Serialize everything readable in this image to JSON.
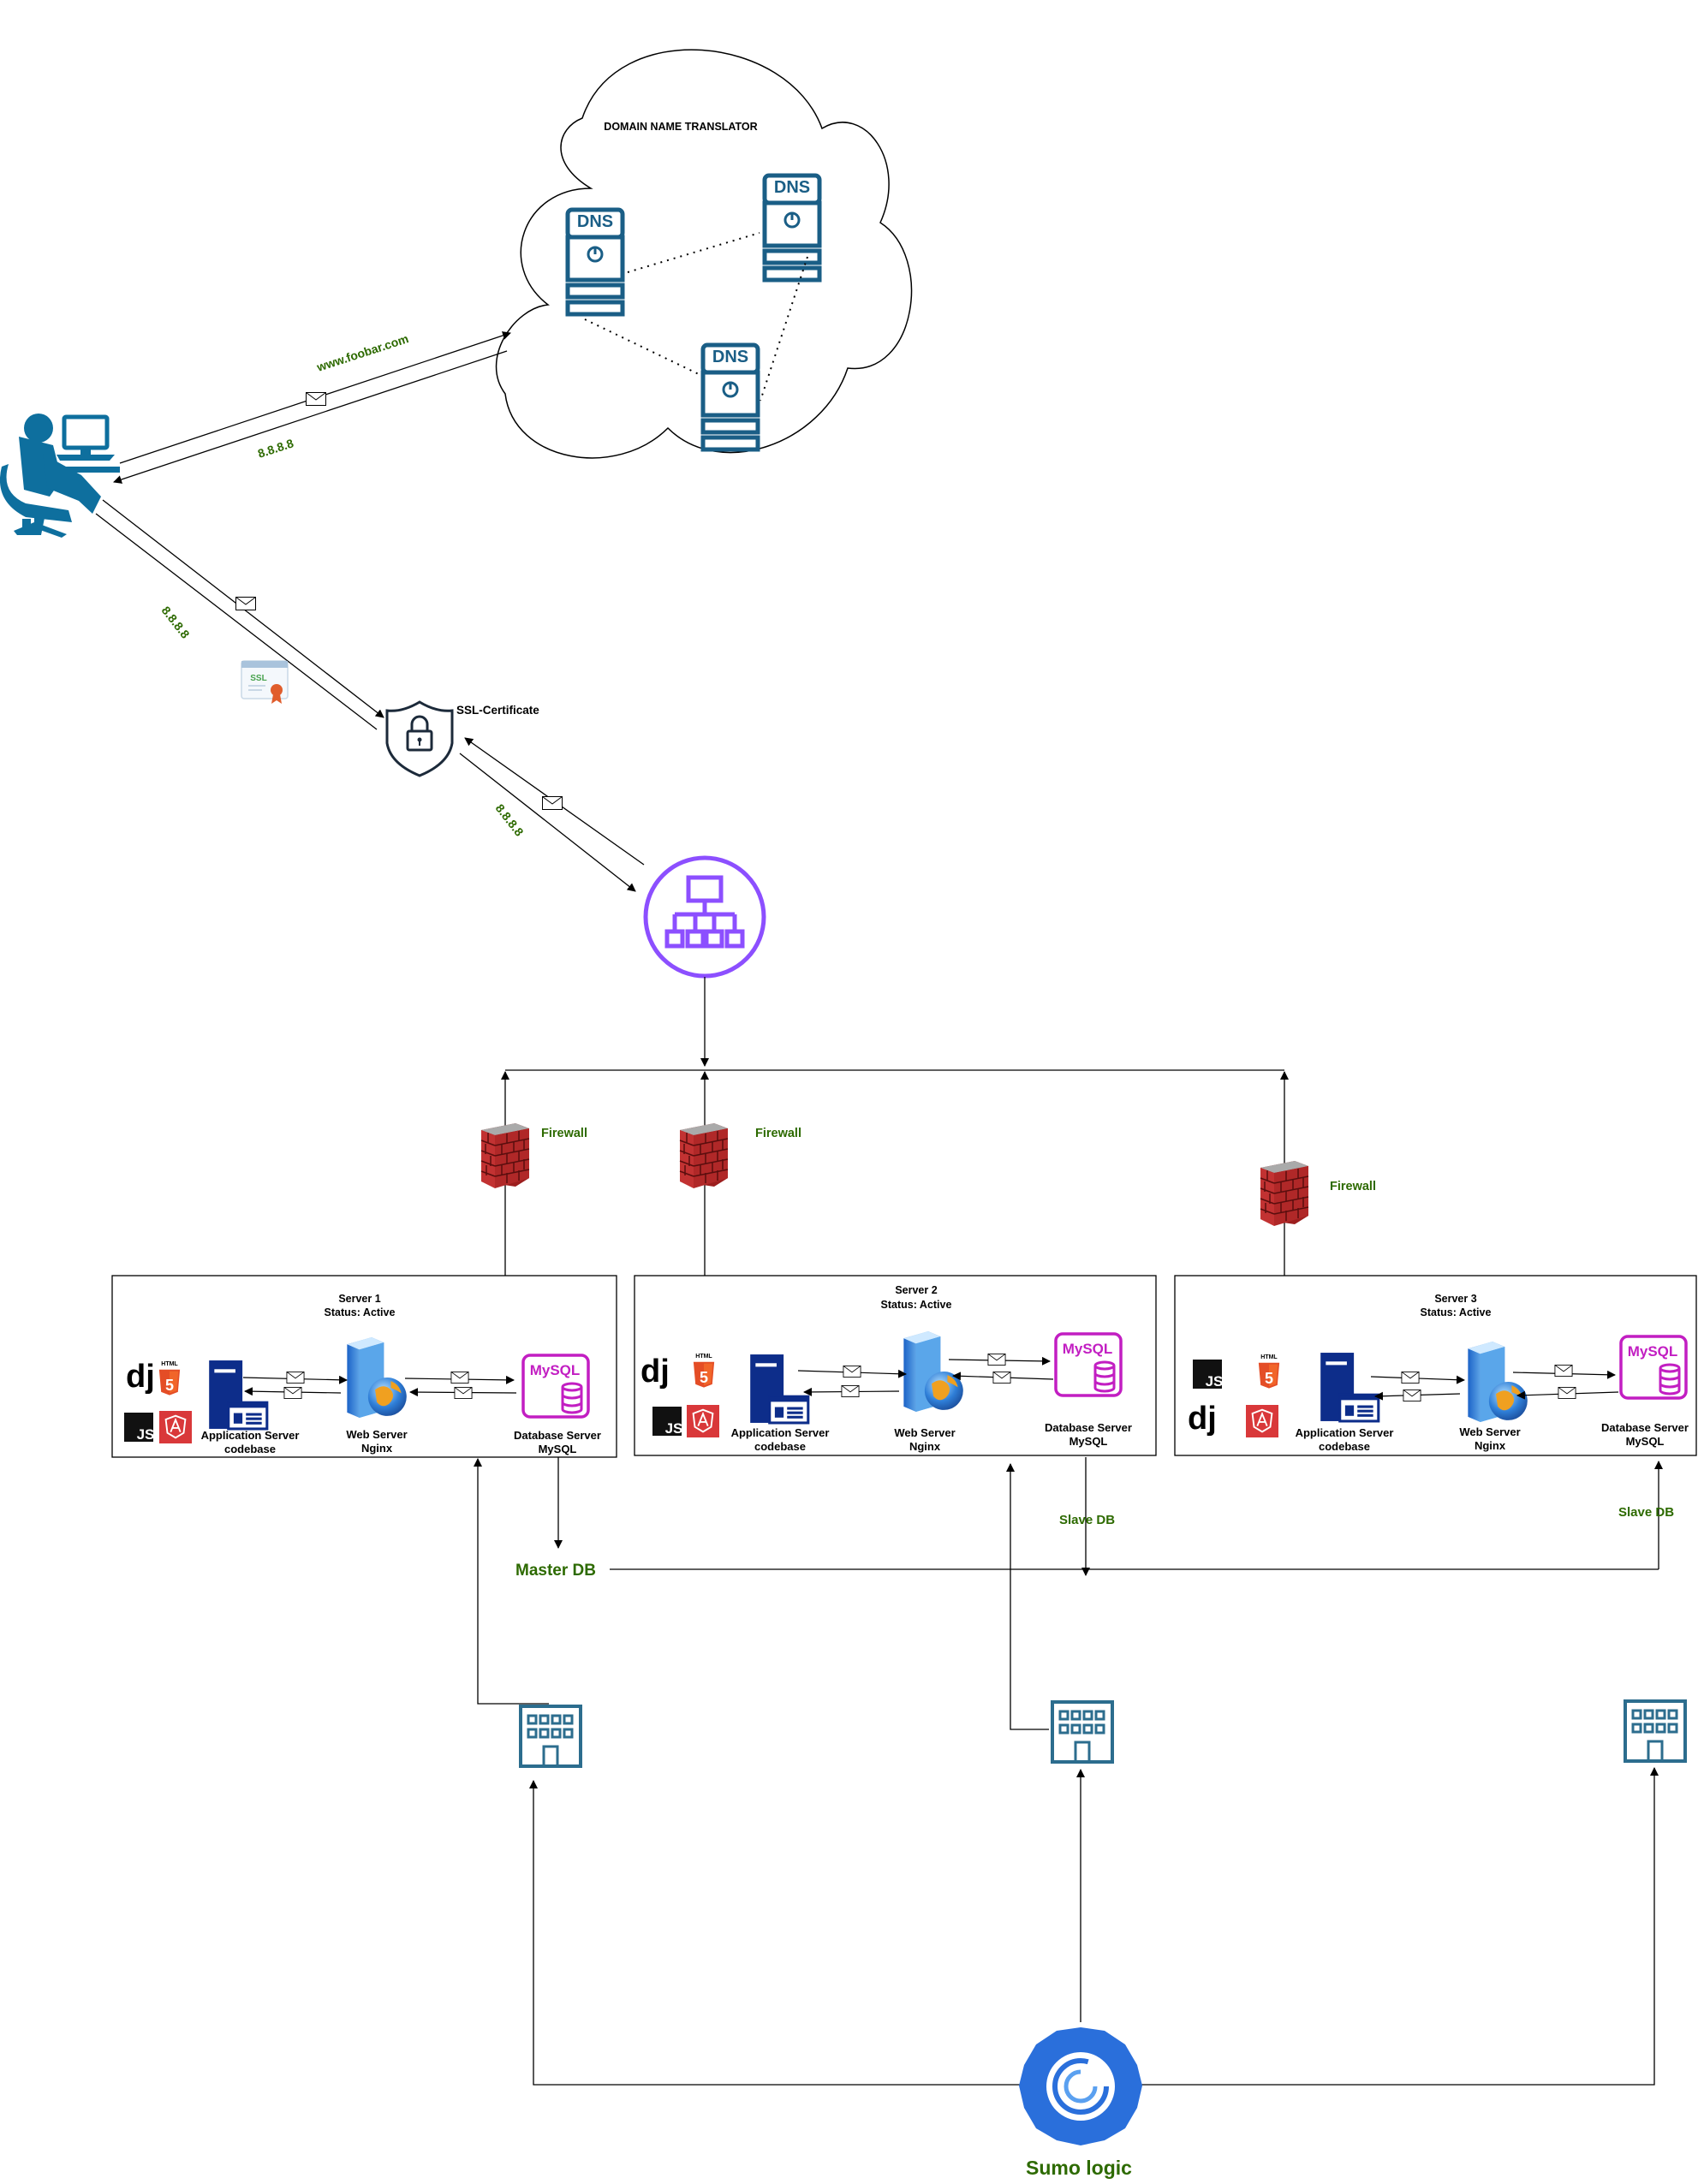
{
  "cloud": {
    "title": "DOMAIN NAME TRANSLATOR",
    "dns_label": "DNS"
  },
  "client": {
    "request_label": "www.foobar.com",
    "dns_response_label": "8.8.8.8",
    "ssl_link_label": "8.8.8.8"
  },
  "ssl": {
    "label": "SSL-Certificate",
    "badge_text": "SSL",
    "lb_link_label": "8.8.8.8"
  },
  "firewall_label": "Firewall",
  "servers": [
    {
      "title": "Server 1",
      "status": "Status: Active",
      "app_label_1": "Application Server",
      "app_label_2": "codebase",
      "web_label_1": "Web Server",
      "web_label_2": "Nginx",
      "db_label_1": "Database Server",
      "db_label_2": "MySQL"
    },
    {
      "title": "Server 2",
      "status": "Status: Active",
      "app_label_1": "Application Server",
      "app_label_2": "codebase",
      "web_label_1": "Web Server",
      "web_label_2": "Nginx",
      "db_label_1": "Database Server",
      "db_label_2": "MySQL"
    },
    {
      "title": "Server 3",
      "status": "Status: Active",
      "app_label_1": "Application Server",
      "app_label_2": "codebase",
      "web_label_1": "Web Server",
      "web_label_2": "Nginx",
      "db_label_1": "Database Server",
      "db_label_2": "MySQL"
    }
  ],
  "tech_badges": {
    "django": "dj",
    "js": "JS",
    "html": "HTML",
    "html_num": "5",
    "mysql_logo": "MySQL"
  },
  "replication": {
    "master": "Master DB",
    "slave": "Slave DB"
  },
  "monitoring": {
    "label": "Sumo logic"
  },
  "colors": {
    "dns_blue": "#1a5e86",
    "user_blue": "#0e6f9e",
    "lb_purple": "#8c4fff",
    "mysql_magenta": "#c21ec2",
    "html_orange": "#e44d26",
    "angular_red": "#d9383a",
    "app_server_navy": "#0d2d8a",
    "firewall_red": "#b22222",
    "building_blue": "#2c6d8e",
    "sumo_blue": "#2a6fdb",
    "label_green": "#2d6a00"
  },
  "icons": [
    "dns-server-icon",
    "user-workstation-icon",
    "envelope-icon",
    "ssl-certificate-icon",
    "shield-lock-icon",
    "load-balancer-icon",
    "firewall-icon",
    "django-icon",
    "html5-icon",
    "javascript-icon",
    "angular-icon",
    "application-server-icon",
    "web-server-icon",
    "mysql-database-icon",
    "building-icon",
    "sumo-logic-icon"
  ]
}
